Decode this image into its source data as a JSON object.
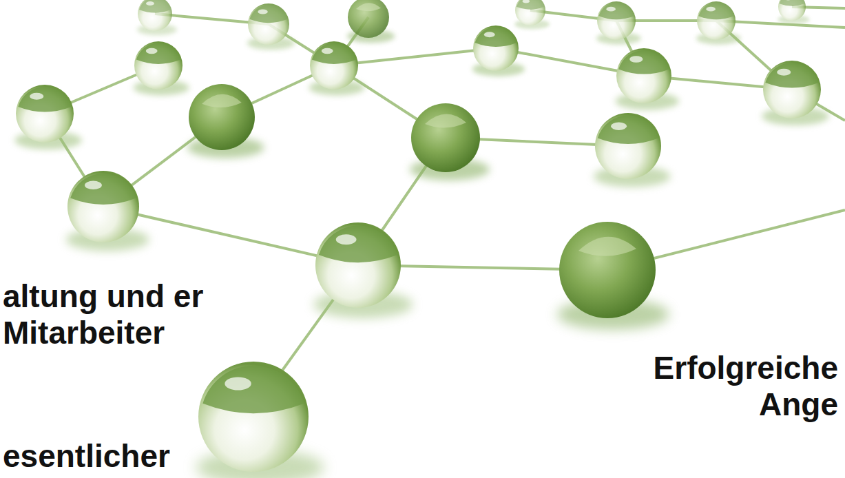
{
  "diagram": {
    "labels": [
      "altung und er Mitarbeiter",
      "Erfolgreiche Ange",
      "esentlicher"
    ]
  }
}
